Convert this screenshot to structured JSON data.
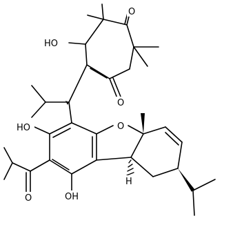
{
  "molecule": {
    "labels": {
      "oh_top": "HO",
      "o_ketone_right": "O",
      "o_ketone_lower": "O",
      "o_furan": "O",
      "oh_left": "HO",
      "oh_bottom": "OH",
      "o_acyl": "O",
      "h_stereo": "H"
    }
  }
}
